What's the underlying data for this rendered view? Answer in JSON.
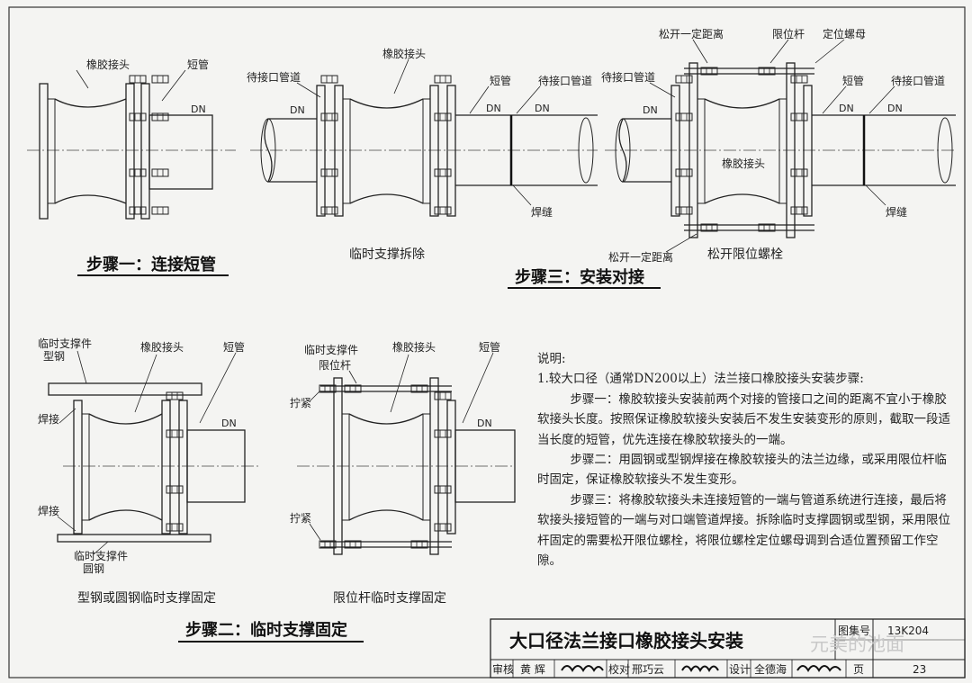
{
  "labels": {
    "rubber_joint": "橡胶接头",
    "short_pipe": "短管",
    "pipe_to_connect": "待接口管道",
    "weld": "焊缝",
    "dn": "DN",
    "loosen_distance": "松开一定距离",
    "limit_rod": "限位杆",
    "positioning_nut": "定位螺母",
    "loosen_limit_bolt": "松开限位螺栓",
    "temp_support_steel": "临时支撑件\n型钢",
    "temp_support_round": "临时支撑件\n圆钢",
    "weld_joint": "焊接",
    "tighten": "拧紧",
    "temp_support_limit": "临时支撑件\n限位杆"
  },
  "captions": {
    "temp_support_removed": "临时支撑拆除",
    "steel_support": "型钢或圆钢临时支撑固定",
    "limit_rod_support": "限位杆临时支撑固定"
  },
  "steps": {
    "step1": "步骤一：连接短管",
    "step2": "步骤二：临时支撑固定",
    "step3": "步骤三：安装对接"
  },
  "notes": {
    "heading": "说明:",
    "item1": "1.较大口径（通常DN200以上）法兰接口橡胶接头安装步骤:",
    "step1_text": "步骤一：橡胶软接头安装前两个对接的管接口之间的距离不宜小于橡胶软接头长度。按照保证橡胶软接头安装后不发生安装变形的原则，截取一段适当长度的短管，优先连接在橡胶软接头的一端。",
    "step2_text": "步骤二：用圆钢或型钢焊接在橡胶软接头的法兰边缘，或采用限位杆临时固定，保证橡胶软接头不发生变形。",
    "step3_text": "步骤三：将橡胶软接头未连接短管的一端与管道系统进行连接，最后将软接头接短管的一端与对口端管道焊接。拆除临时支撑圆钢或型钢，采用限位杆固定的需要松开限位螺栓，将限位螺栓定位螺母调到合适位置预留工作空隙。"
  },
  "title_block": {
    "title": "大口径法兰接口橡胶接头安装",
    "atlas_label": "图集号",
    "atlas_no": "13K204",
    "review_label": "审核",
    "reviewer": "黄 辉",
    "check_label": "校对",
    "checker": "邢巧云",
    "design_label": "设计",
    "designer": "全德海",
    "page_label": "页",
    "page_no": "23",
    "watermark": "元美的池面"
  }
}
